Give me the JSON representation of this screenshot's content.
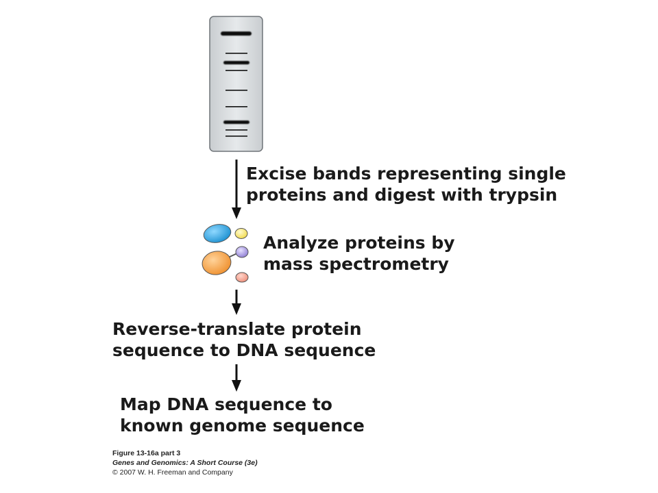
{
  "steps": {
    "excise": [
      "Excise bands representing single",
      "proteins and digest with trypsin"
    ],
    "analyze": [
      "Analyze proteins by",
      "mass spectrometry"
    ],
    "reverse": [
      "Reverse-translate protein",
      "sequence to DNA sequence"
    ],
    "map": [
      "Map DNA sequence to",
      "known genome sequence"
    ]
  },
  "caption": {
    "figure": "Figure 13-16a part 3",
    "book": "Genes and Genomics: A Short Course (3e)",
    "copyright": "© 2007 W. H. Freeman and Company"
  },
  "colors": {
    "gel_fill": "#d9dde0",
    "gel_border": "#6f7478",
    "band": "#111111",
    "arrow": "#111111",
    "peptide_blue": "#2aa5e0",
    "peptide_yellow": "#f7e36a",
    "peptide_purple": "#a99be0",
    "peptide_orange": "#f4a24a",
    "peptide_pink": "#f4a796"
  }
}
